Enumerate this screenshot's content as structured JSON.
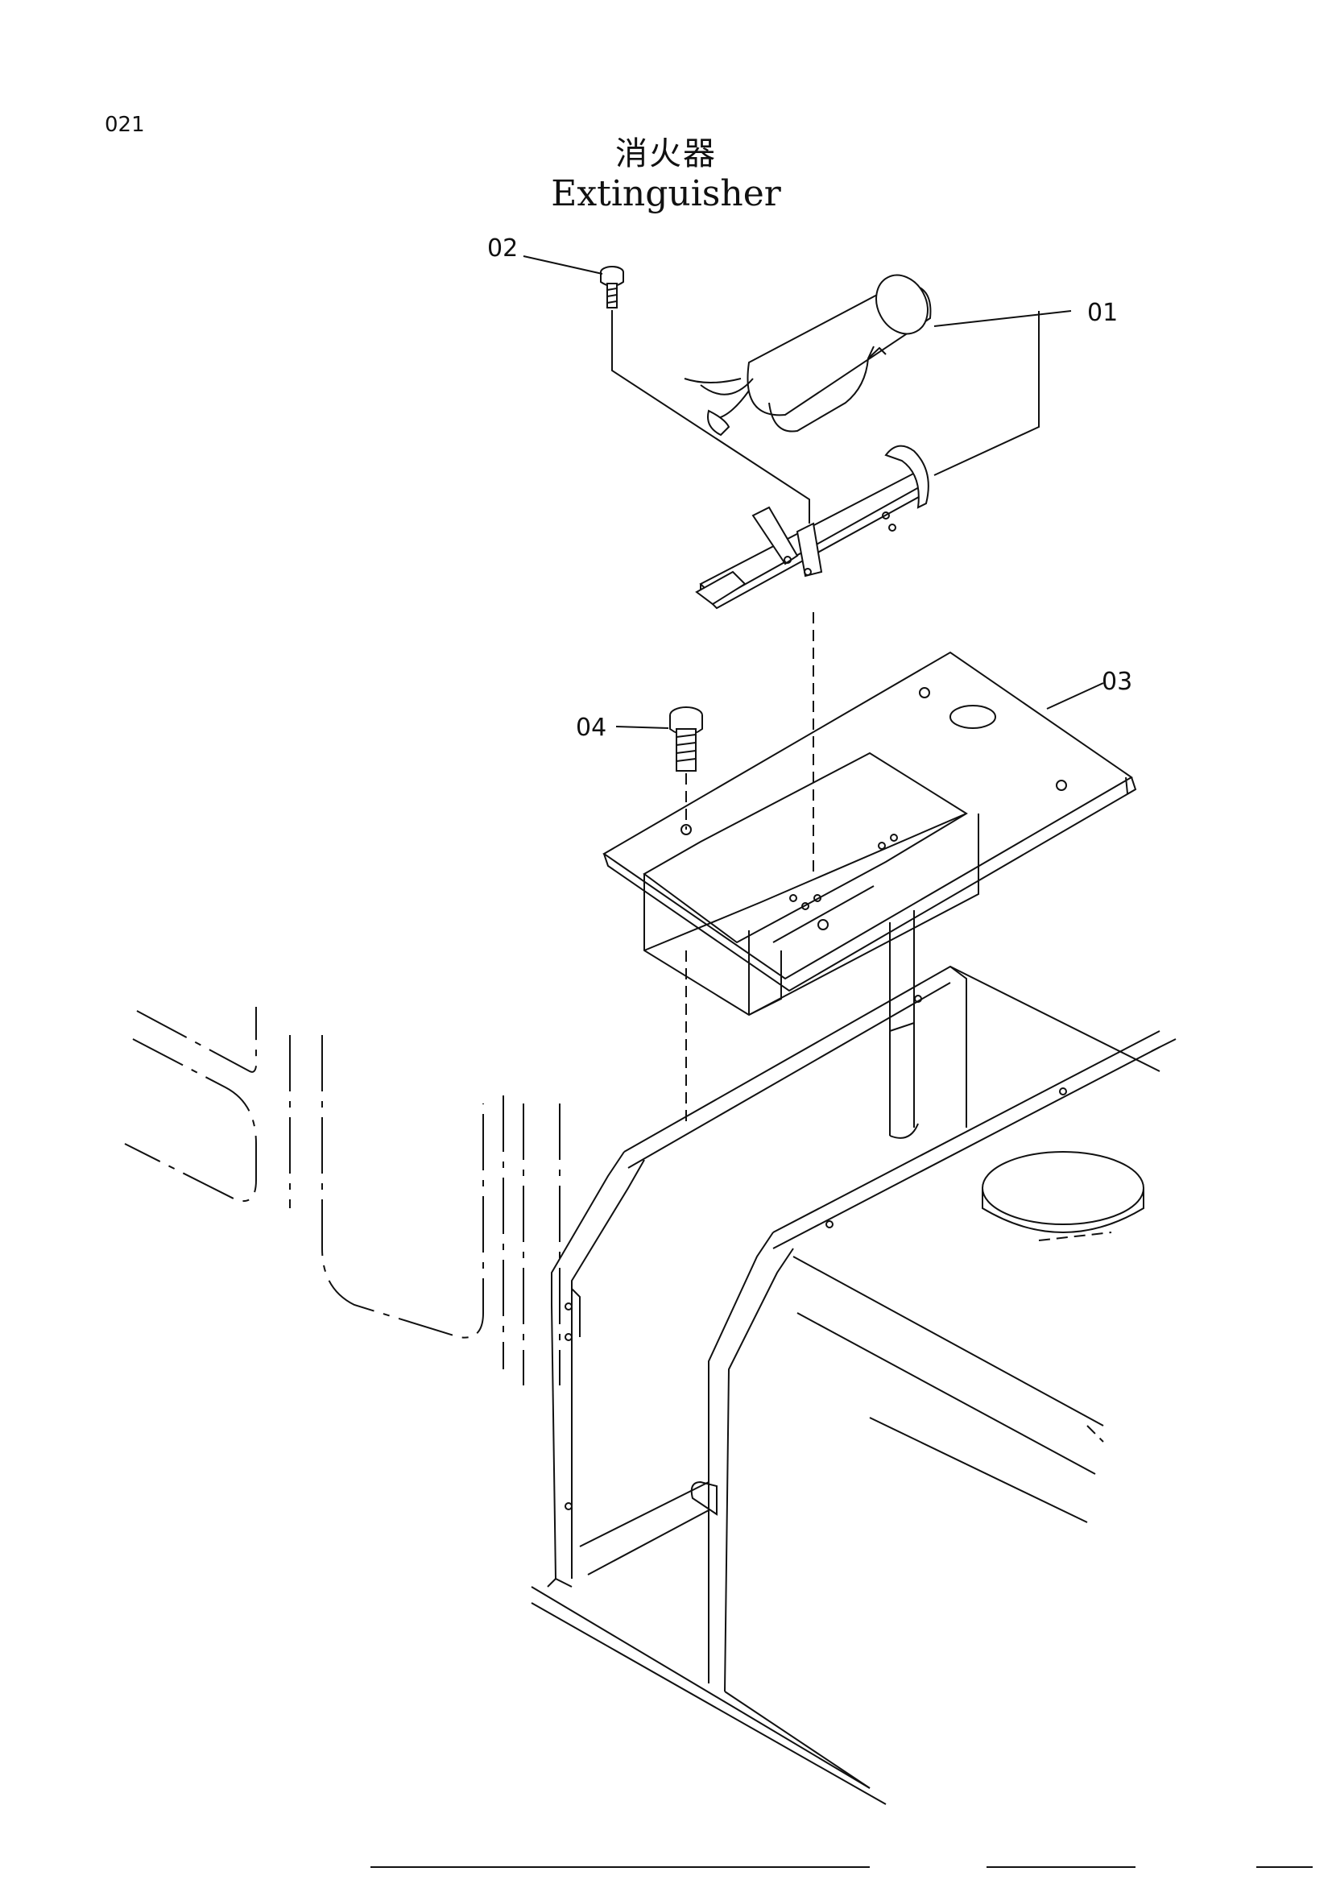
{
  "page": {
    "number": "021"
  },
  "title": {
    "japanese": "消火器",
    "english": "Extinguisher"
  },
  "callouts": [
    {
      "id": "01",
      "label": "01",
      "part": "extinguisher-with-bracket"
    },
    {
      "id": "02",
      "label": "02",
      "part": "bracket-bolt"
    },
    {
      "id": "03",
      "label": "03",
      "part": "mounting-plate"
    },
    {
      "id": "04",
      "label": "04",
      "part": "plate-bolt"
    }
  ]
}
